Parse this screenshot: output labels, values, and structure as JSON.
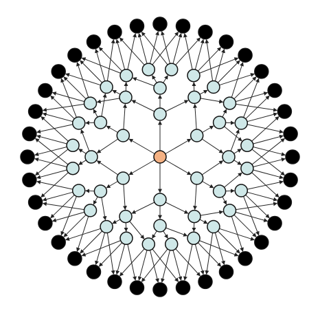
{
  "diagram": {
    "type": "radial-tree",
    "root": {
      "color": "#f4b183"
    },
    "inner_ring": {
      "count": 6,
      "color": "#cfe8e8"
    },
    "middle_ring": {
      "count": 12,
      "color": "#cfe8e8"
    },
    "outer_light_ring": {
      "count": 24,
      "color": "#cfe8e8"
    },
    "leaf_ring": {
      "count": 36,
      "color": "#000000"
    },
    "edge_color": "#222222",
    "arrowheads": true
  }
}
